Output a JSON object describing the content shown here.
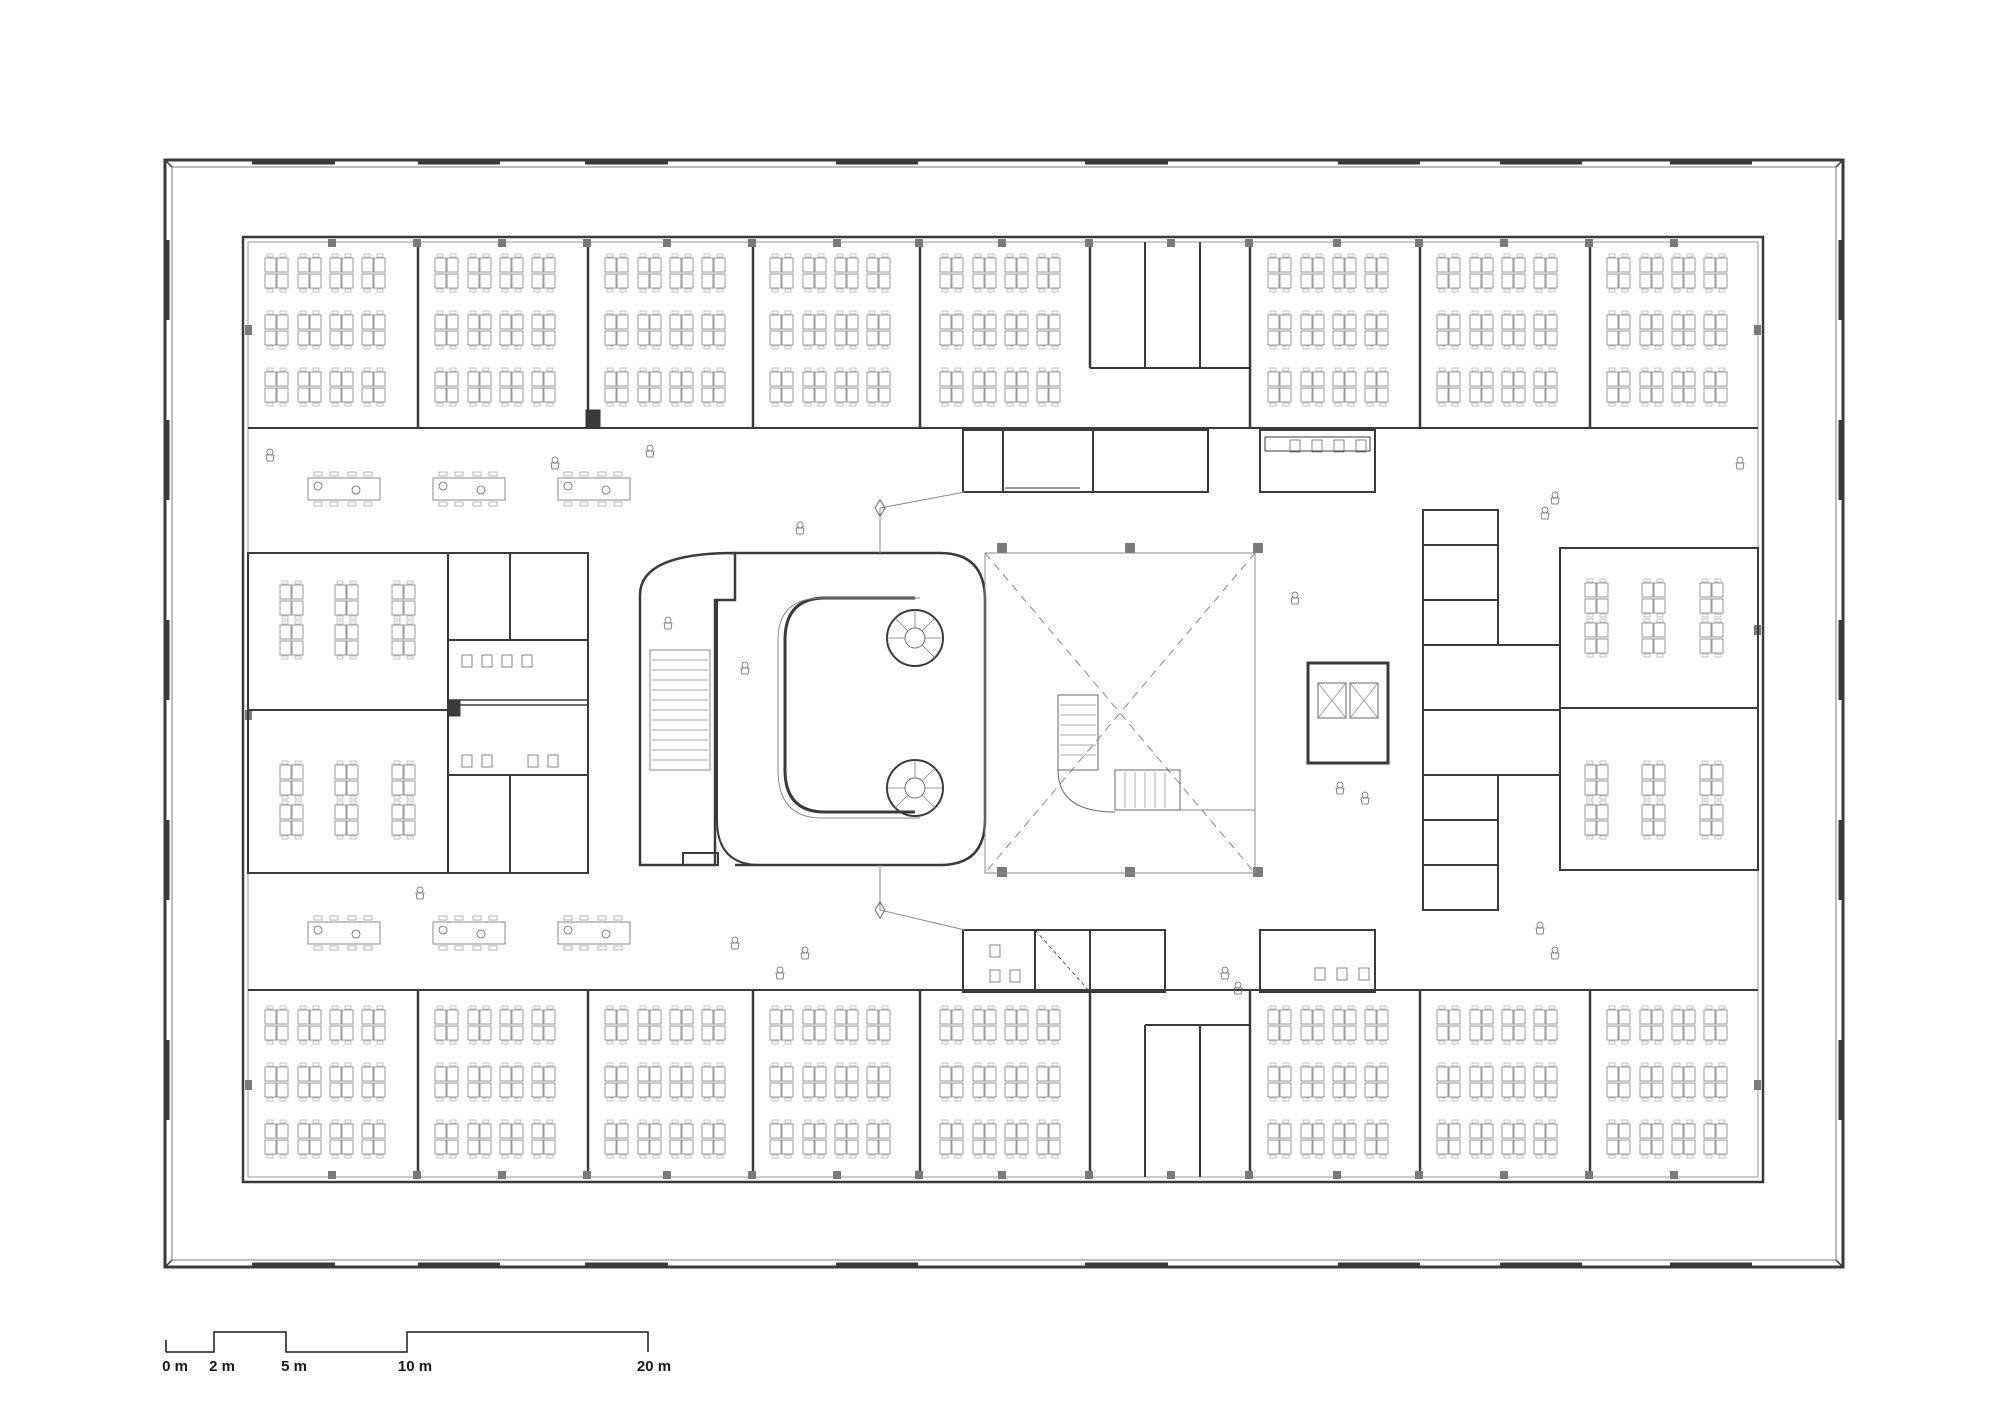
{
  "plan": {
    "wall_color": "#3a3a3a",
    "fill_color": "#8a8a8a",
    "furniture_color": "#bdbdbd"
  },
  "scale_bar": {
    "labels": [
      "0 m",
      "2 m",
      "5 m",
      "10 m",
      "20 m"
    ]
  }
}
